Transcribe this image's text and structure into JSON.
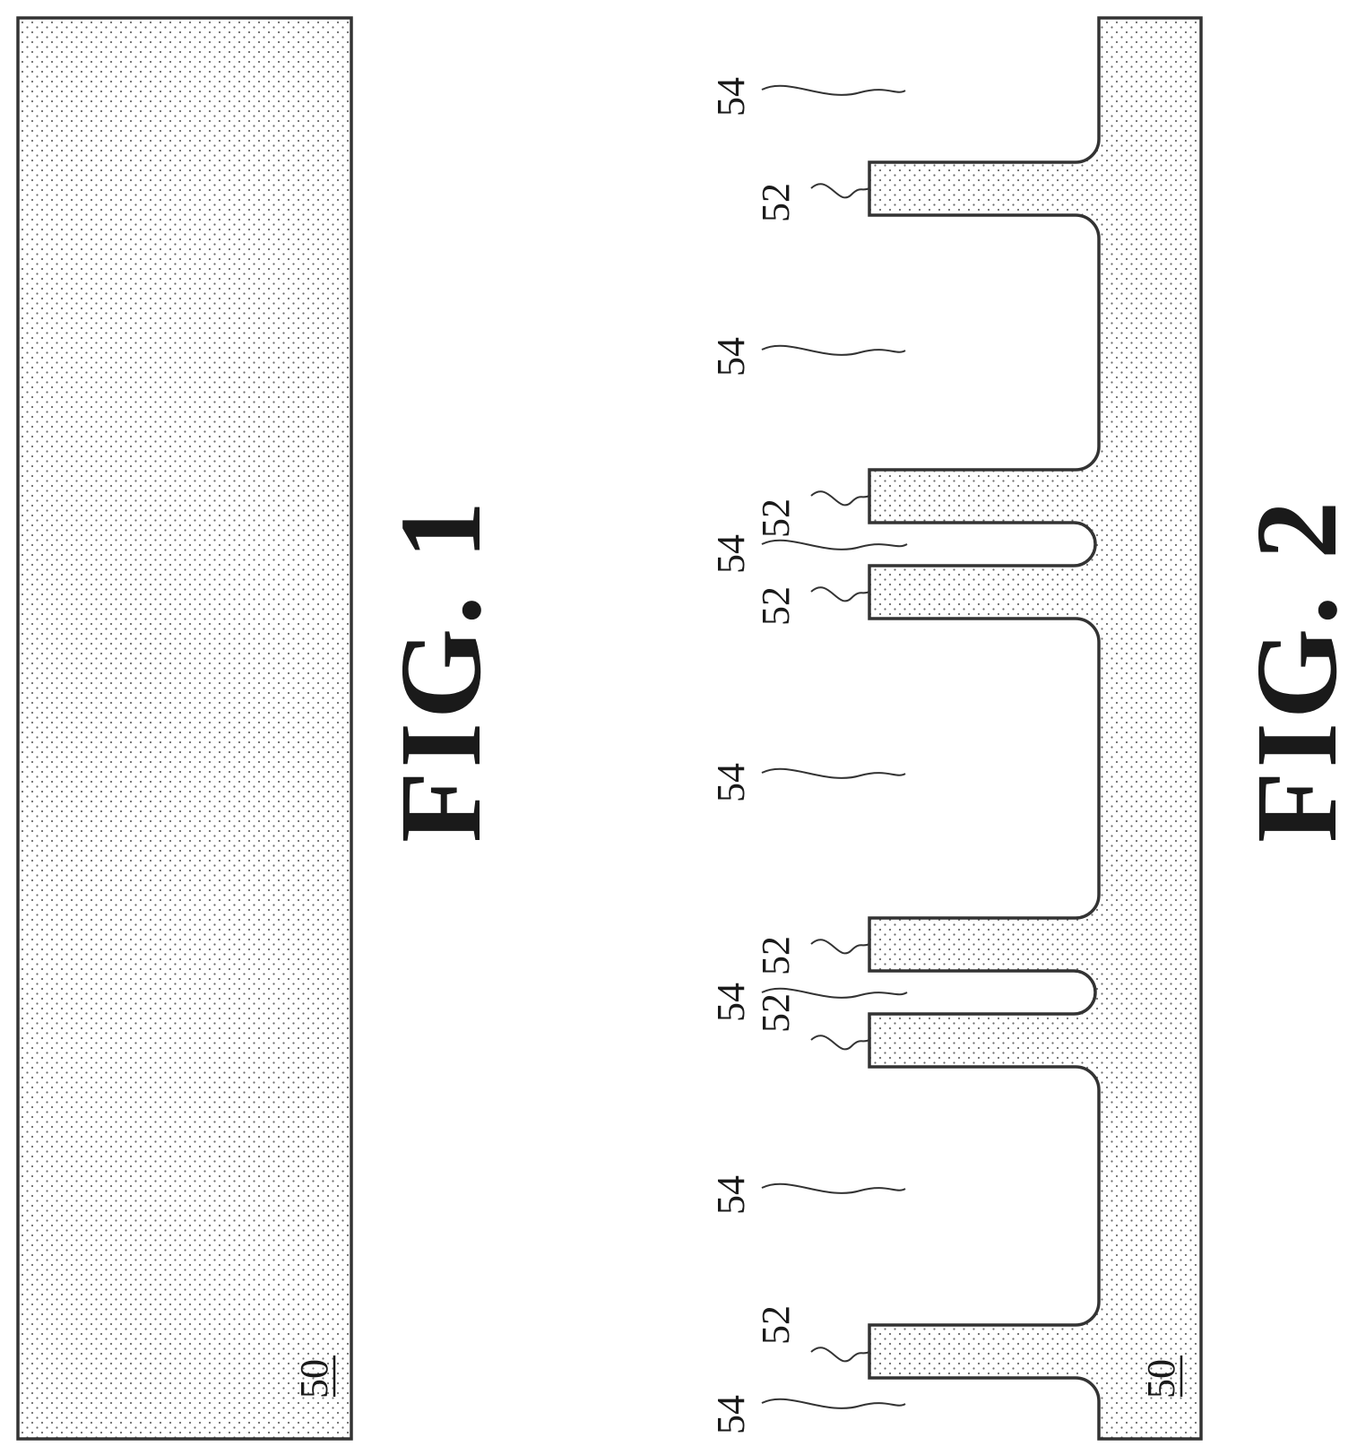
{
  "fig1": {
    "label": "FIG. 1",
    "substrate_ref": "50"
  },
  "fig2": {
    "label": "FIG. 2",
    "substrate_ref": "50",
    "fin_refs": [
      "52",
      "52",
      "52",
      "52",
      "52",
      "52"
    ],
    "trench_refs": [
      "54",
      "54",
      "54",
      "54",
      "54",
      "54",
      "54"
    ]
  },
  "colors": {
    "line": "#333333",
    "dot": "#6a6a6a",
    "background": "#ffffff"
  }
}
